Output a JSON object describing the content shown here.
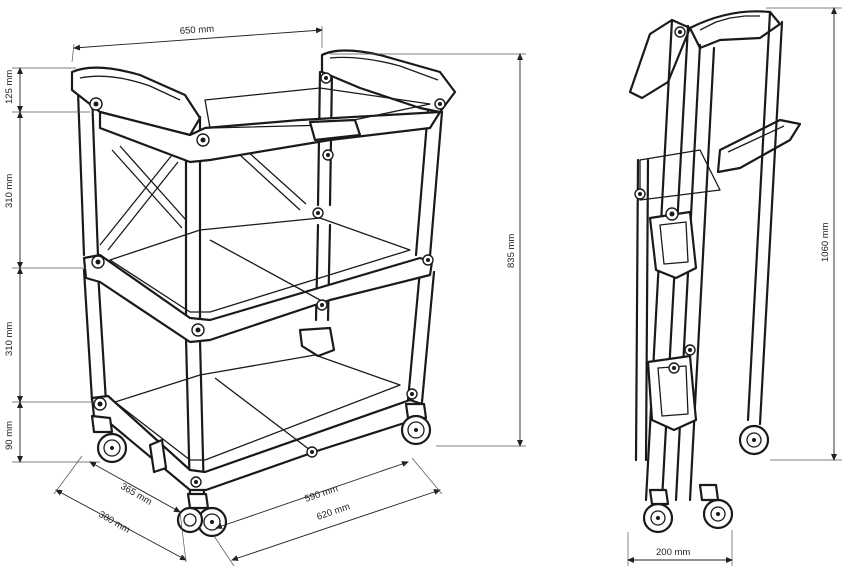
{
  "dimensions": {
    "top_width": "650 mm",
    "handle_height": "125 mm",
    "upper_gap": "310 mm",
    "lower_gap": "310 mm",
    "base_height": "90 mm",
    "total_height": "835 mm",
    "inner_length": "590 mm",
    "outer_length": "620 mm",
    "inner_depth": "365 mm",
    "outer_depth": "380 mm",
    "folded_height": "1060 mm",
    "folded_width": "200 mm"
  },
  "colors": {
    "line": "#1a1a1a",
    "background": "#ffffff"
  }
}
